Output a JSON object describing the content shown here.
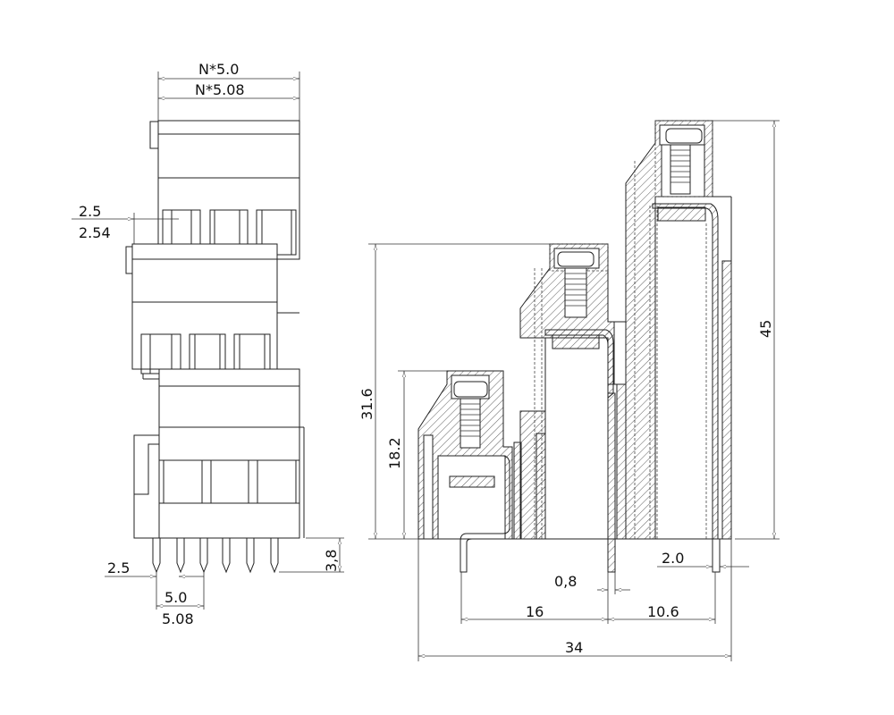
{
  "front_view": {
    "dim_pitch_a": "N*5.0",
    "dim_pitch_b": "N*5.08",
    "dim_offset_a": "2.5",
    "dim_offset_b": "2.54",
    "dim_pin_offset": "2.5",
    "dim_pin_pitch_a": "5.0",
    "dim_pin_pitch_b": "5.08",
    "dim_pin_length": "3,8"
  },
  "side_view": {
    "dim_height_mid": "31.6",
    "dim_height_low": "18.2",
    "dim_height_total": "45",
    "dim_pin_width": "0,8",
    "dim_pin_span_a": "16",
    "dim_pin_span_b": "10.6",
    "dim_total_depth": "34",
    "dim_pin_thickness": "2.0"
  }
}
